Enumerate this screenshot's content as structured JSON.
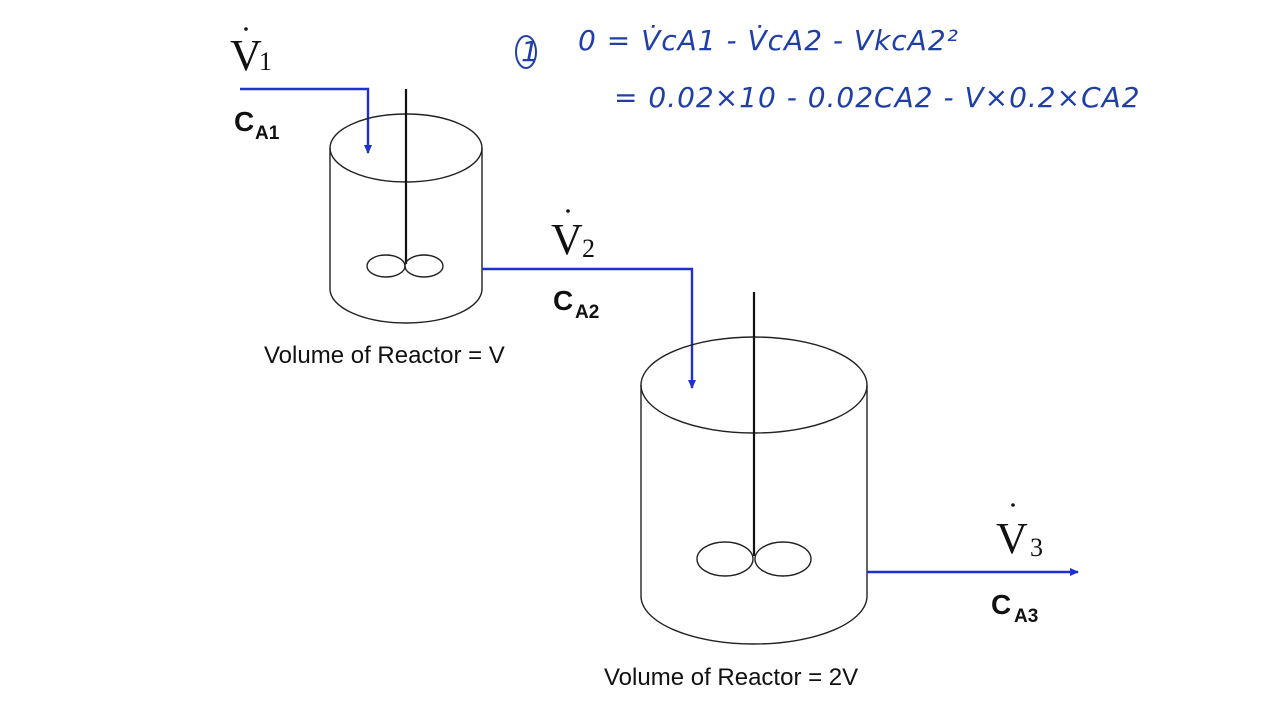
{
  "streams": {
    "v1": {
      "symbol": "V",
      "subscript": "1",
      "conc": "C",
      "conc_sub": "A1"
    },
    "v2": {
      "symbol": "V",
      "subscript": "2",
      "conc": "C",
      "conc_sub": "A2"
    },
    "v3": {
      "symbol": "V",
      "subscript": "3",
      "conc": "C",
      "conc_sub": "A3"
    }
  },
  "reactors": {
    "r1": {
      "caption": "Volume of Reactor = V"
    },
    "r2": {
      "caption": "Volume of Reactor = 2V"
    }
  },
  "notes": {
    "marker": "1",
    "line1": "0 = V̇cA1 - V̇cA2 - VkcA2²",
    "line2": "= 0.02×10 - 0.02CA2 - V×0.2×CA2"
  },
  "colors": {
    "pipe": "#1f2fd0",
    "ink": "#1f3fa6",
    "outline": "#222222"
  }
}
